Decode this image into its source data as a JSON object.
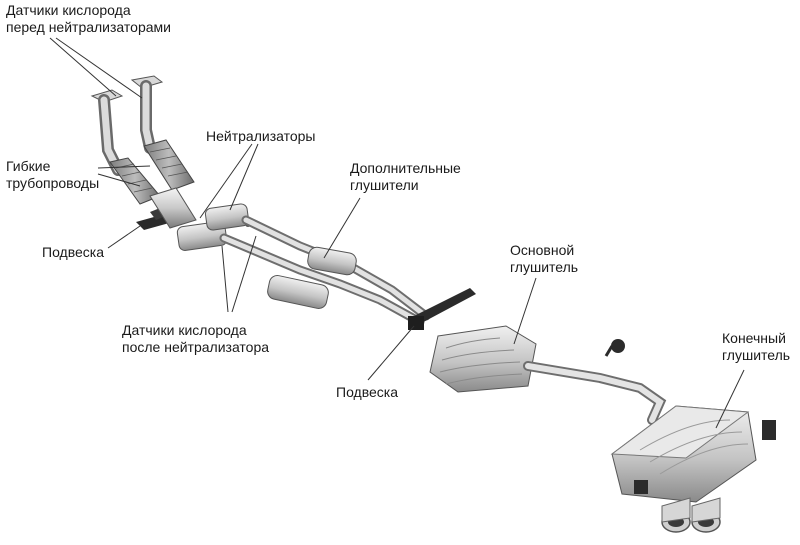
{
  "labels": {
    "o2_before": [
      "Датчики кислорода",
      "перед нейтрализаторами"
    ],
    "catalysts": [
      "Нейтрализаторы"
    ],
    "flex_pipes": [
      "Гибкие",
      "трубопроводы"
    ],
    "hanger_front": [
      "Подвеска"
    ],
    "aux_mufflers": [
      "Дополнительные",
      "глушители"
    ],
    "main_muffler": [
      "Основной",
      "глушитель"
    ],
    "o2_after": [
      "Датчики кислорода",
      "после нейтрализатора"
    ],
    "hanger_mid": [
      "Подвеска"
    ],
    "end_muffler": [
      "Конечный",
      "глушитель"
    ]
  },
  "colors": {
    "text": "#1a1a1a",
    "leader": "#333333",
    "metal_light": "#e6e6e6",
    "metal_mid": "#b8b8b8",
    "metal_dark": "#6e6e6e",
    "hanger": "#2b2b2b"
  }
}
